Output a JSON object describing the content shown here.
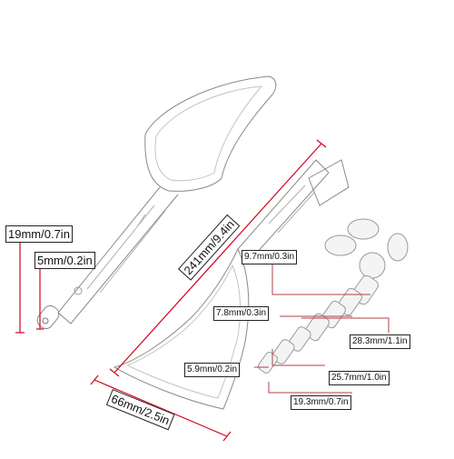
{
  "colors": {
    "dimension_line": "#d6001c",
    "leader_line": "#b0404a",
    "outline": "#8a8a8a",
    "label_border": "#222222"
  },
  "dimensions": {
    "mount_length": "19mm/0.7in",
    "mount_hole": "5mm/0.2in",
    "total_length": "241mm/9.4in",
    "mirror_width": "66mm/2.5in",
    "bolt_a": "9.7mm/0.3in",
    "bolt_b": "7.8mm/0.3in",
    "bolt_c": "5.9mm/0.2in",
    "bolt_d": "28.3mm/1.1in",
    "bolt_e": "25.7mm/1.0in",
    "bolt_f": "19.3mm/0.7in"
  }
}
